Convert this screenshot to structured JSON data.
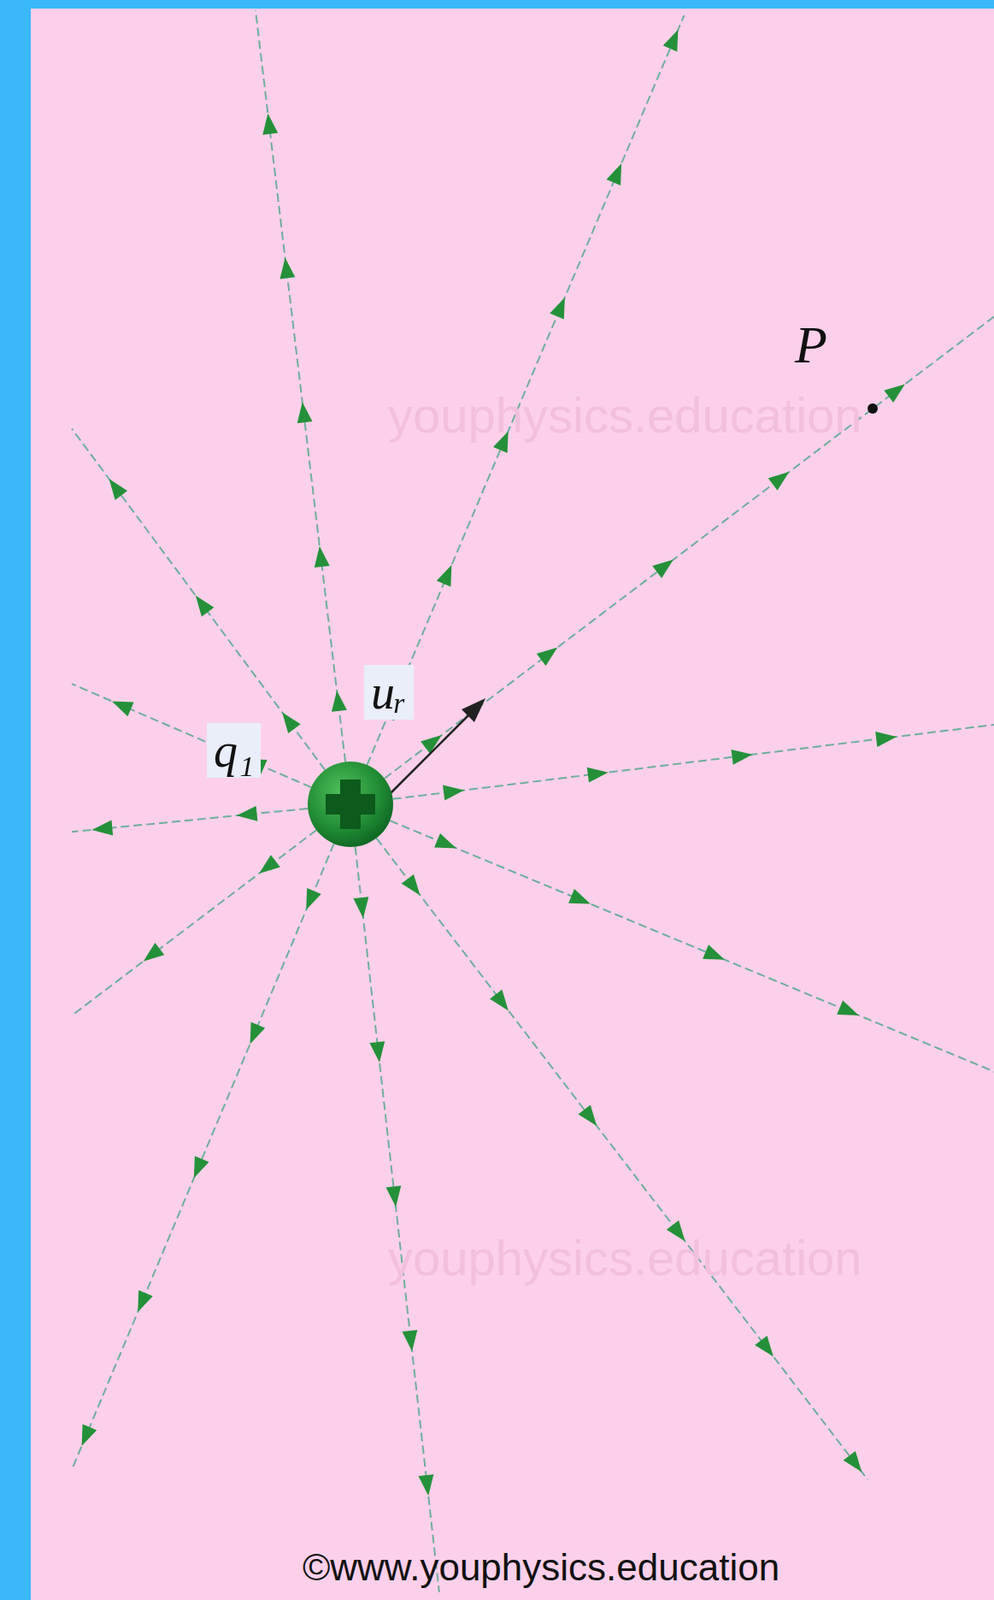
{
  "diagram": {
    "labels": [
      "q₁",
      "uᵣ",
      "P",
      "youphysics.education",
      "youphysics.education",
      "©www.youphysics.education"
    ]
  }
}
